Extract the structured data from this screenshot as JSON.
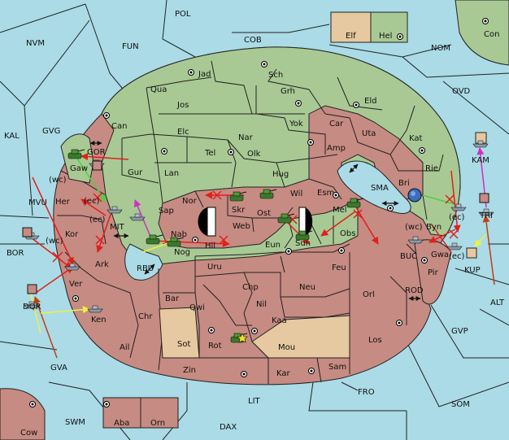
{
  "colors": {
    "sea": "#aadbe6",
    "green_power": "#a8c994",
    "red_power": "#c68b82",
    "neutral_tan": "#e6c9a0",
    "order_red": "#e0201c",
    "order_yellow": "#f0f040",
    "order_green": "#50d040",
    "order_magenta": "#d030c0",
    "order_orange": "#c04010"
  },
  "labels": {
    "pol": "POL",
    "cob": "COB",
    "fun": "FUN",
    "nvm": "NVM",
    "nom": "NOM",
    "con": "Con",
    "elf": "Elf",
    "hel": "Hel",
    "kal": "KAL",
    "gvg": "GVG",
    "ovd": "OVD",
    "mvu": "MVU",
    "bor": "BOR",
    "dqr": "DQR",
    "gva": "GVA",
    "swm": "SWM",
    "cow": "Cow",
    "aba": "Aba",
    "orn": "Orn",
    "lit": "LIT",
    "dax": "DAX",
    "fro": "FRO",
    "som": "SOM",
    "gvp": "GVP",
    "alt": "ALT",
    "kam": "KAM",
    "tri": "TRI",
    "kup": "KUP",
    "buc": "BUC",
    "rod": "ROD",
    "sma": "SMA",
    "mit": "MIT",
    "rbu": "RBU",
    "gor": "GOR",
    "jad": "Jad",
    "sch": "Sch",
    "qua": "Qua",
    "jos": "Jos",
    "grh": "Grh",
    "eld": "Eld",
    "can": "Can",
    "elc": "Elc",
    "nar": "Nar",
    "yok": "Yok",
    "car": "Car",
    "uta": "Uta",
    "kat": "Kat",
    "tel": "Tel",
    "olk": "Olk",
    "amp": "Amp",
    "gaw": "Gaw",
    "gur": "Gur",
    "lan": "Lan",
    "hug": "Hug",
    "rie": "Rie",
    "bri": "Bri",
    "esm": "Esm",
    "wil": "Wil",
    "skr": "Skr",
    "nor": "Nor",
    "sap": "Sap",
    "ost": "Ost",
    "mel": "Mel",
    "web": "Web",
    "her": "Her",
    "ec1": "(ec)",
    "wc1": "(wc)",
    "ec2": "(ec)",
    "wc2": "(wc)",
    "ec3": "(ec)",
    "wc3": "(wc)",
    "ec4": "(ec)",
    "kor": "Kor",
    "nab": "Nab",
    "hil": "Hil",
    "eun": "Eun",
    "sun": "Sun",
    "obs": "Obs",
    "byn": "Byn",
    "gwa": "Gwa",
    "ark": "Ark",
    "nog": "Nog",
    "uru": "Uru",
    "feu": "Feu",
    "pir": "Pir",
    "ver": "Ver",
    "chp": "Chp",
    "neu": "Neu",
    "orl": "Orl",
    "bar": "Bar",
    "qwi": "Qwi",
    "nil": "Nil",
    "ken": "Ken",
    "chr": "Chr",
    "kaa": "Kaa",
    "los": "Los",
    "ail": "Ail",
    "sot": "Sot",
    "rot": "Rot",
    "mou": "Mou",
    "zin": "Zin",
    "kar": "Kar",
    "sam": "Sam"
  }
}
